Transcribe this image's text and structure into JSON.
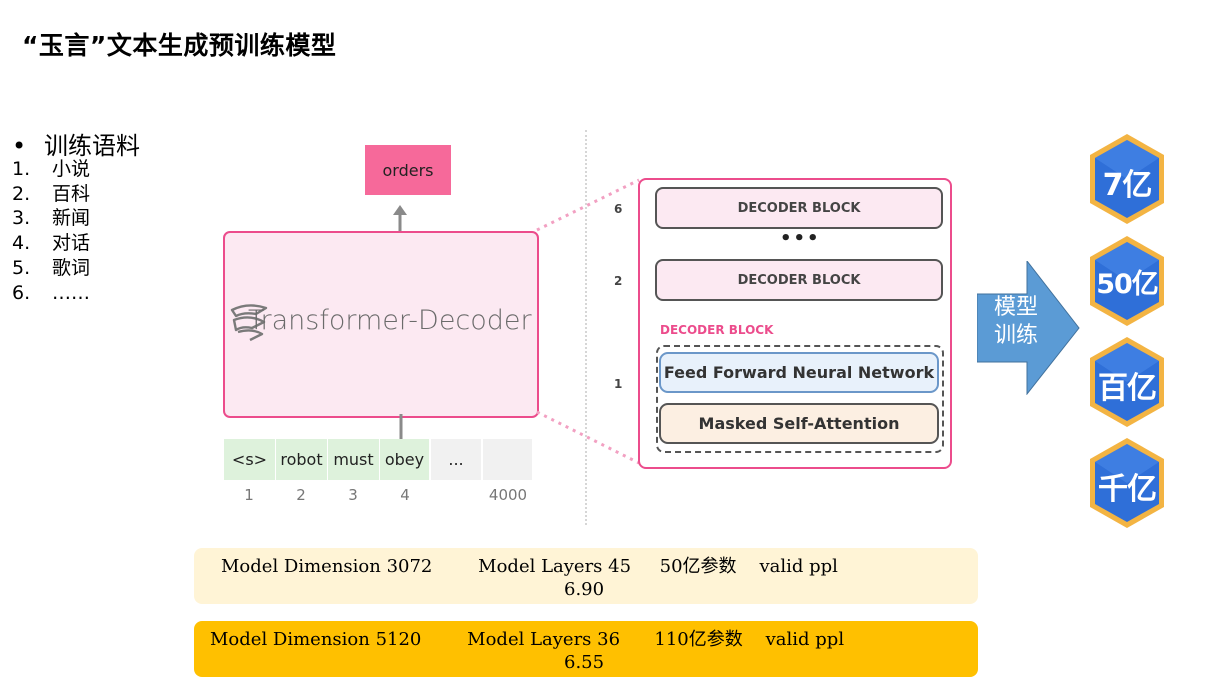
{
  "title": "“玉言”文本生成预训练模型",
  "corpus": {
    "heading": "训练语料",
    "bullet": "•",
    "items": [
      {
        "num": "1.",
        "label": "小说"
      },
      {
        "num": "2.",
        "label": "百科"
      },
      {
        "num": "3.",
        "label": "新闻"
      },
      {
        "num": "4.",
        "label": "对话"
      },
      {
        "num": "5.",
        "label": "歌词"
      },
      {
        "num": "6.",
        "label": "……"
      }
    ]
  },
  "diagram": {
    "output_token": "orders",
    "decoder_name": "Transformer-Decoder",
    "tokens": [
      "<s>",
      "robot",
      "must",
      "obey",
      "...",
      ""
    ],
    "positions": [
      "1",
      "2",
      "3",
      "4",
      "",
      "4000"
    ],
    "stack": {
      "blocks": [
        {
          "layer": "6",
          "label": "DECODER BLOCK"
        },
        {
          "layer": "2",
          "label": "DECODER BLOCK"
        }
      ],
      "ellipsis": "•••",
      "expanded_title": "DECODER BLOCK",
      "expanded_layer": "1",
      "ffn": "Feed Forward Neural Network",
      "attention": "Masked Self-Attention"
    },
    "accent_color": "#ec4c8c"
  },
  "training": {
    "arrow_label_line1": "模型",
    "arrow_label_line2": "训练",
    "arrow_color": "#5b9bd5"
  },
  "scales": [
    "7亿",
    "50亿",
    "百亿",
    "千亿"
  ],
  "configs": [
    {
      "line1": "Model Dimension 3072        Model Layers 45     50亿参数    valid ppl",
      "line2": "6.90"
    },
    {
      "line1": "Model Dimension 5120        Model Layers 36      110亿参数    valid ppl",
      "line2": "6.55"
    }
  ]
}
